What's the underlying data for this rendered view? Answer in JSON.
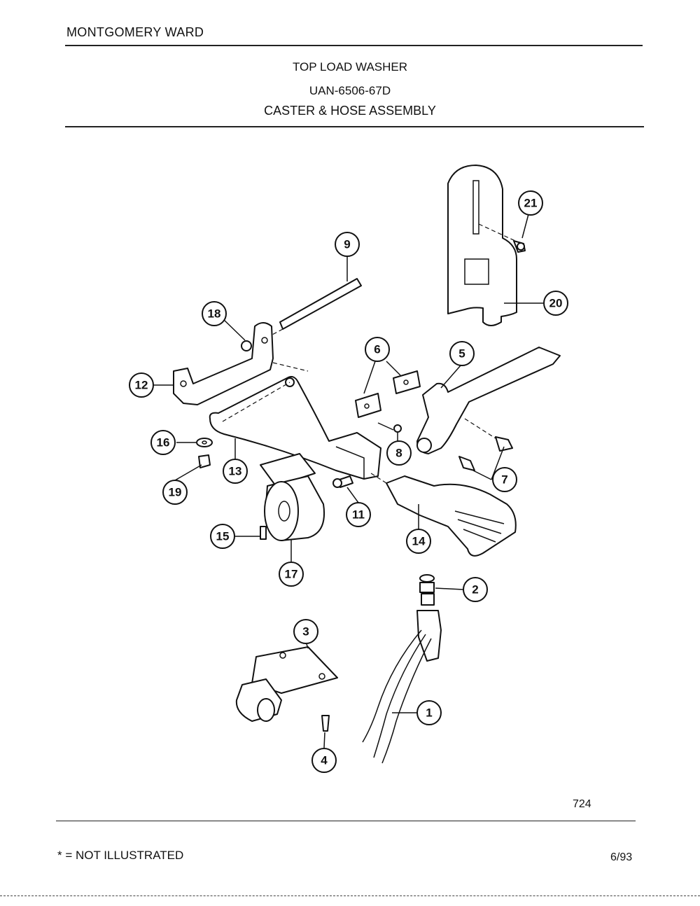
{
  "header": {
    "brand": "MONTGOMERY WARD",
    "product": "TOP LOAD WASHER",
    "model": "UAN-6506-67D",
    "section": "CASTER & HOSE ASSEMBLY"
  },
  "callouts": [
    "1",
    "2",
    "3",
    "4",
    "5",
    "6",
    "7",
    "8",
    "9",
    "11",
    "12",
    "13",
    "14",
    "15",
    "16",
    "17",
    "18",
    "19",
    "20",
    "21"
  ],
  "footer": {
    "page_number": "724",
    "legend": "* = NOT ILLUSTRATED",
    "date": "6/93"
  }
}
